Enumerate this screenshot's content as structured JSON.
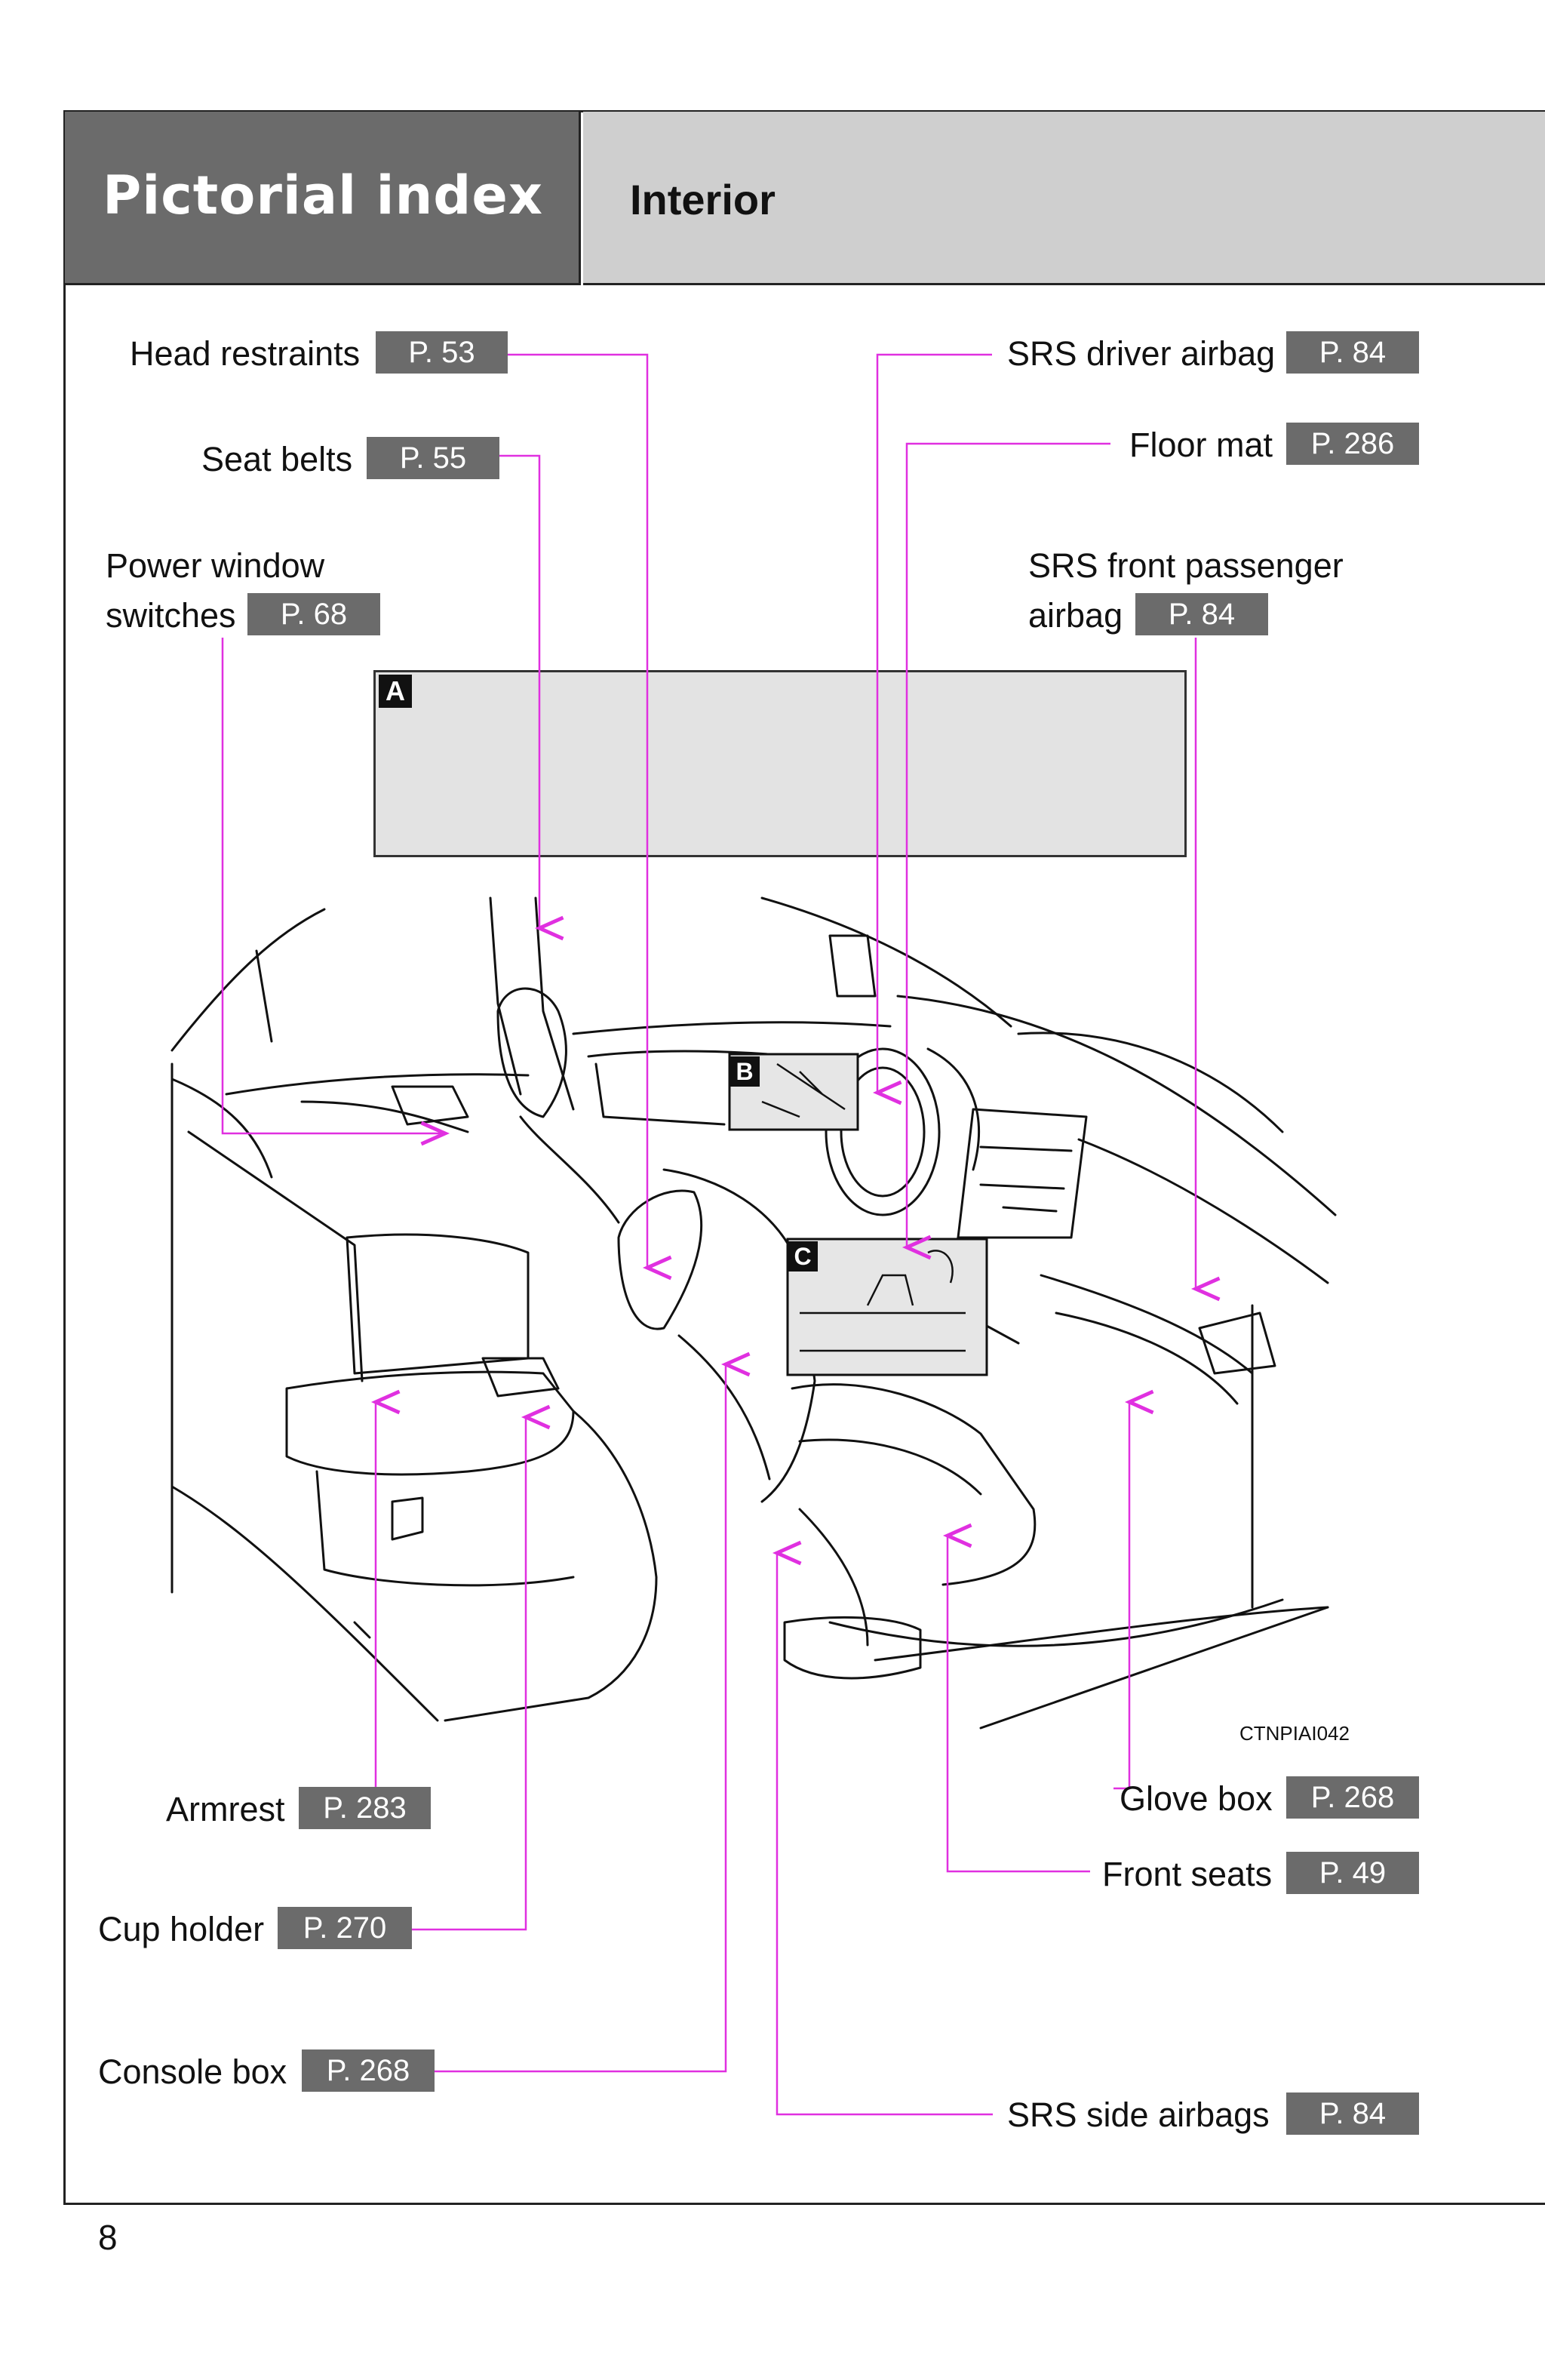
{
  "header": {
    "section": "Pictorial index",
    "subsection": "Interior"
  },
  "colors": {
    "leader": "#e030e0",
    "header_dark": "#6b6b6b",
    "header_light": "#cfcfcf",
    "tag_bg": "#6b6b6b"
  },
  "callouts": {
    "head_restraints": {
      "label": "Head restraints",
      "page": "P. 53"
    },
    "seat_belts": {
      "label": "Seat belts",
      "page": "P. 55"
    },
    "power_window": {
      "label_line1": "Power window",
      "label_line2": "switches",
      "page": "P. 68"
    },
    "srs_driver_airbag": {
      "label": "SRS driver airbag",
      "page": "P. 84"
    },
    "floor_mat": {
      "label": "Floor mat",
      "page": "P. 286"
    },
    "srs_front_passenger": {
      "label_line1": "SRS front passenger",
      "label_line2": "airbag",
      "page": "P. 84"
    },
    "armrest": {
      "label": "Armrest",
      "page": "P. 283"
    },
    "cup_holder": {
      "label": "Cup holder",
      "page": "P. 270"
    },
    "console_box": {
      "label": "Console box",
      "page": "P. 268"
    },
    "glove_box": {
      "label": "Glove box",
      "page": "P. 268"
    },
    "front_seats": {
      "label": "Front seats",
      "page": "P. 49"
    },
    "srs_side_airbags": {
      "label": "SRS side airbags",
      "page": "P. 84"
    }
  },
  "panels": {
    "a": "A",
    "b": "B",
    "c": "C"
  },
  "illustration_code": "CTNPIAI042",
  "page_number": "8"
}
